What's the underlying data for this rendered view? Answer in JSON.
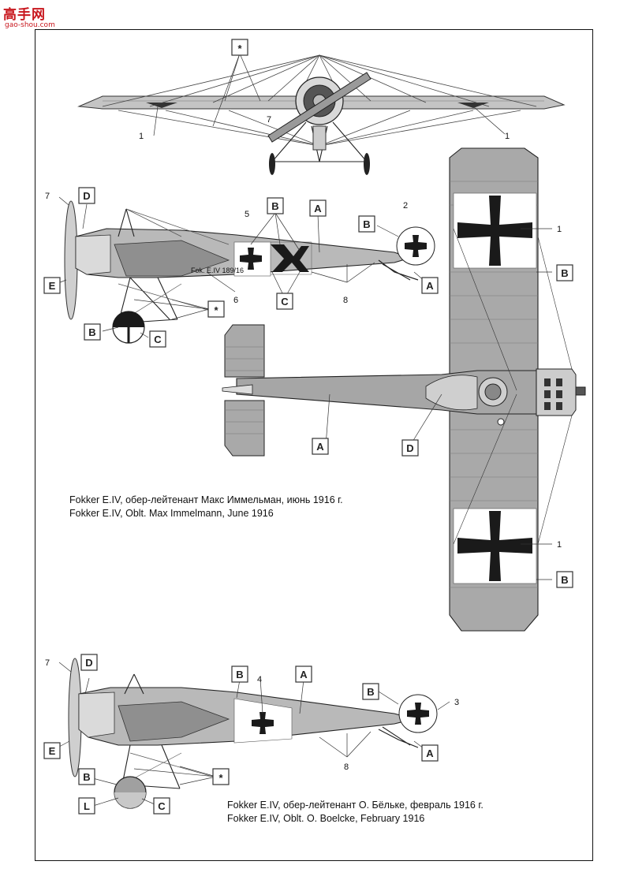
{
  "watermark": {
    "site": "高手网",
    "url": "gao-shou.com"
  },
  "captions": {
    "immelmann_ru": "Fokker  E.IV, обер-лейтенант Макс Иммельман, июнь 1916 г.",
    "immelmann_en": "Fokker  E.IV, Oblt. Max Immelmann, June 1916",
    "boelcke_ru": "Fokker  E.IV, обер-лейтенант О. Бёльке, февраль 1916 г.",
    "boelcke_en": "Fokker  E.IV, Oblt. O. Boelcke, February 1916"
  },
  "boxed_labels": {
    "asterisk": "*",
    "A": "A",
    "B": "B",
    "C": "C",
    "D": "D",
    "E": "E",
    "L": "L"
  },
  "numbers": {
    "n1": "1",
    "n2": "2",
    "n3": "3",
    "n4": "4",
    "n5": "5",
    "n6": "6",
    "n7": "7",
    "n8": "8"
  },
  "serial": "Fok. E.IV 189/16",
  "colors": {
    "grey": "#b9b9b9",
    "dark_grey": "#8c8c8c",
    "wing_grey": "#a8a8a8",
    "cross": "#1a1a1a",
    "watermark": "#c8161d"
  }
}
